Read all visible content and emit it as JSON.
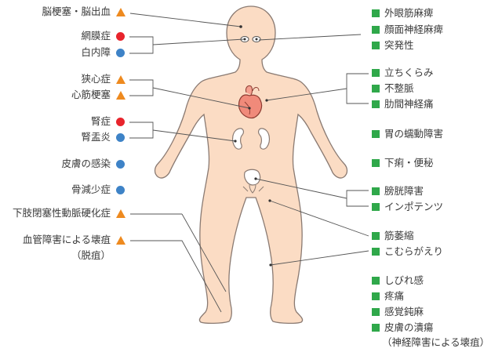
{
  "colors": {
    "red_marker": "#e8242c",
    "blue_marker": "#3e83c7",
    "orange_marker": "#ee8a1f",
    "green_marker": "#2fa84a",
    "skin": "#fbdcc4",
    "outline": "#8a7a72"
  },
  "left_labels": [
    {
      "text": "脳梗塞・脳出血",
      "marker": "triangle-orange"
    },
    {
      "text": "網膜症",
      "marker": "circle-red"
    },
    {
      "text": "白内障",
      "marker": "circle-blue"
    },
    {
      "text": "狭心症",
      "marker": "triangle-orange"
    },
    {
      "text": "心筋梗塞",
      "marker": "triangle-orange"
    },
    {
      "text": "腎症",
      "marker": "circle-red"
    },
    {
      "text": "腎盂炎",
      "marker": "circle-blue"
    },
    {
      "text": "皮膚の感染",
      "marker": "circle-blue"
    },
    {
      "text": "骨減少症",
      "marker": "circle-blue"
    },
    {
      "text": "下肢閉塞性動脈硬化症",
      "marker": "triangle-orange"
    },
    {
      "text": "血管障害による壊疽",
      "marker": "triangle-orange"
    },
    {
      "text": "（脱疽）",
      "marker": ""
    }
  ],
  "right_labels": [
    "外眼筋麻痺",
    "顔面神経麻痺",
    "突発性",
    "立ちくらみ",
    "不整脈",
    "肋間神経痛",
    "胃の蠕動障害",
    "下痢・便秘",
    "膀胱障害",
    "インポテンツ",
    "筋萎縮",
    "こむらがえり",
    "しびれ感",
    "疼痛",
    "感覚鈍麻",
    "皮膚の潰瘍"
  ],
  "right_note": "（神経障害による壊疽）"
}
